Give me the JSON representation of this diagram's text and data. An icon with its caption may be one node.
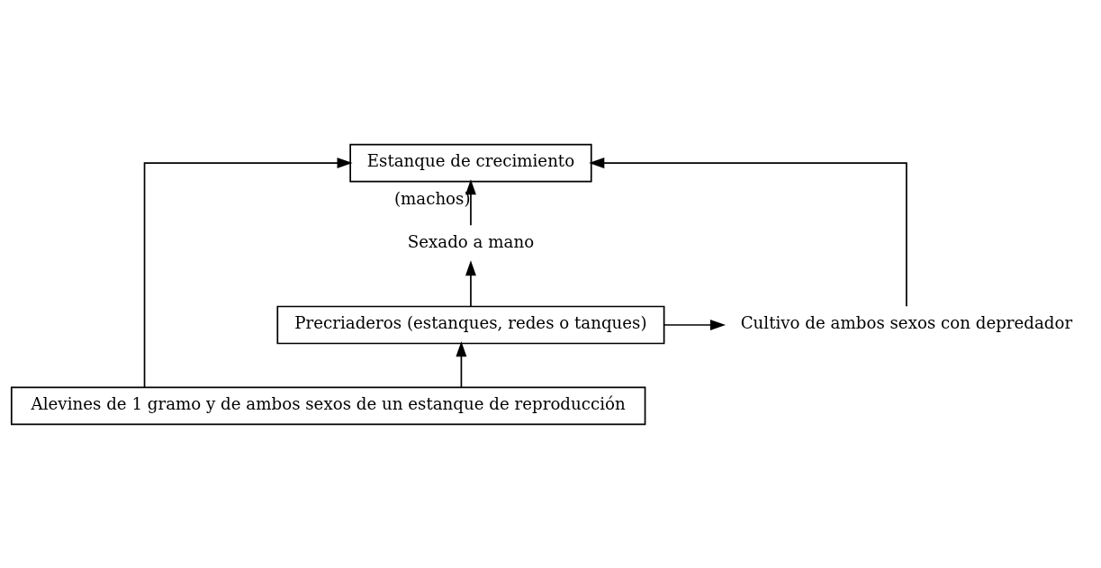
{
  "diagram": {
    "nodes": [
      {
        "text": [
          "Estanque de crecimiento"
        ]
      },
      {
        "text": [
          "Sexado a mano"
        ]
      },
      {
        "text": [
          "Precriaderos (estanques, redes o tanques)"
        ]
      },
      {
        "text": [
          "Cultivo de ambos sexos con depredador"
        ]
      },
      {
        "text": [
          "Alevines de 1 gramo y de ambos sexos de un estanque de reproducción"
        ]
      }
    ],
    "edges": [
      {
        "from": 4,
        "to": 2,
        "arrow": "to"
      },
      {
        "from": 2,
        "to": 1,
        "arrow": "to"
      },
      {
        "from": 1,
        "to": 0,
        "label": "(machos)",
        "arrow": "to"
      },
      {
        "from": 2,
        "to": 3,
        "arrow": "to"
      },
      {
        "from": 3,
        "to": 0,
        "arrow": "to"
      },
      {
        "from": 4,
        "to": 0,
        "arrow": "to"
      }
    ]
  }
}
